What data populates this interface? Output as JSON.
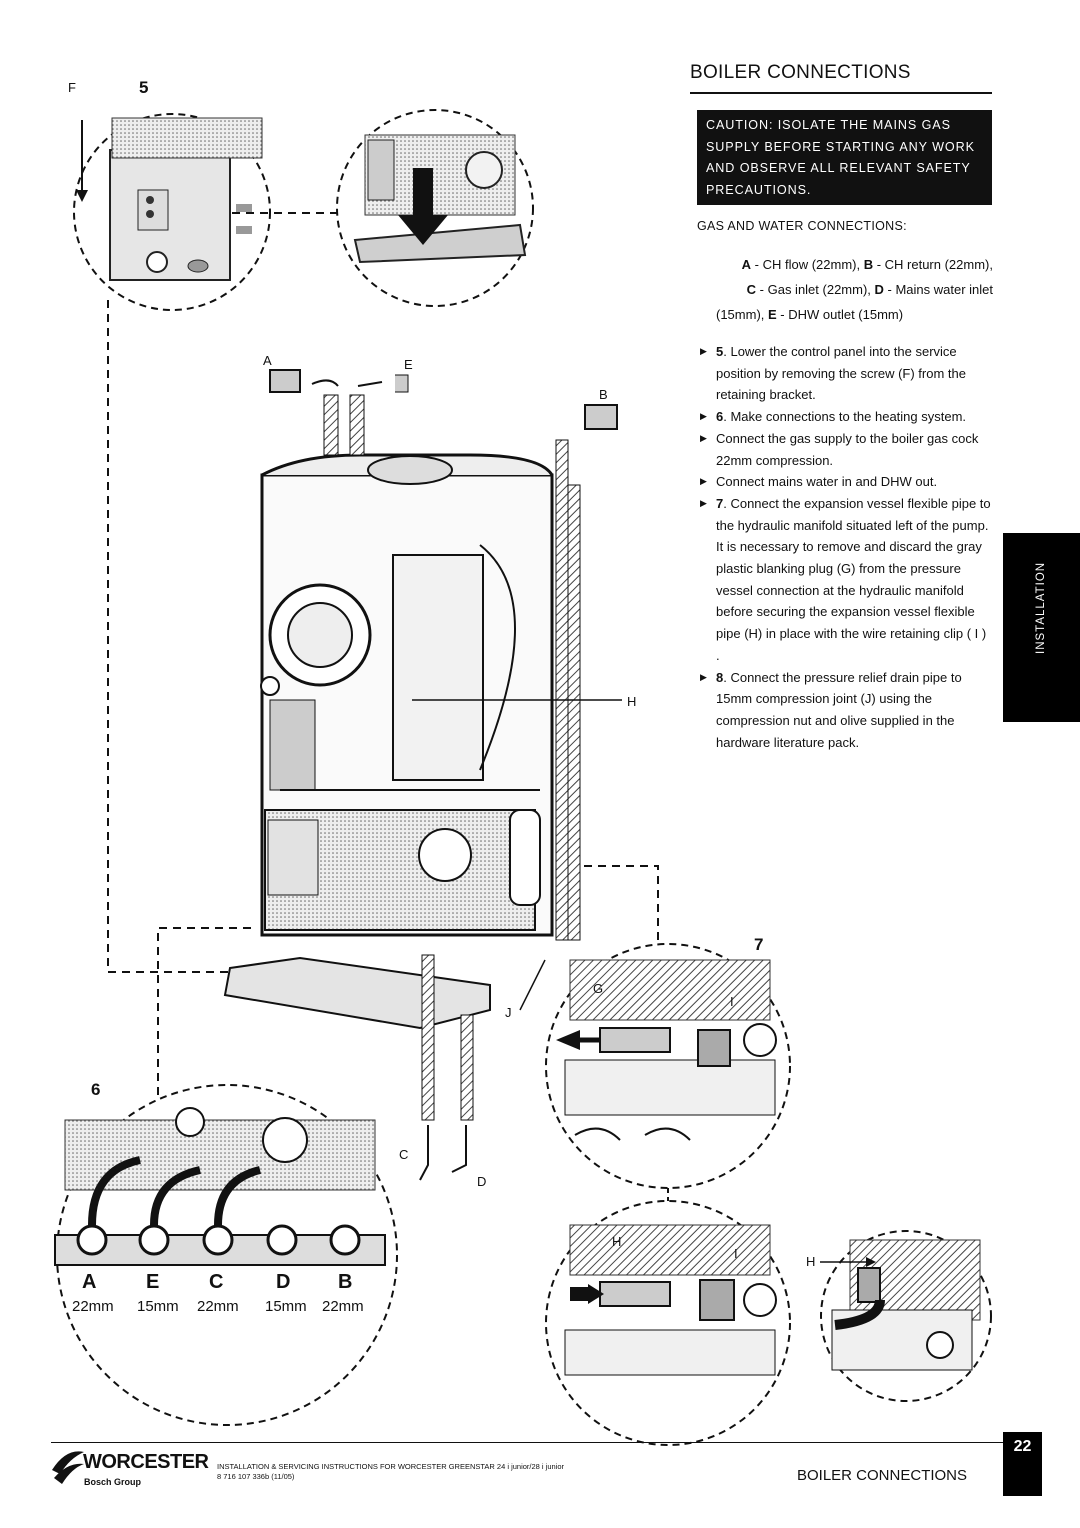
{
  "header": {
    "title": "BOILER CONNECTIONS"
  },
  "caution": [
    "CAUTION: ISOLATE THE MAINS GAS",
    "SUPPLY BEFORE STARTING ANY WORK",
    "AND OBSERVE ALL RELEVANT SAFETY",
    "PRECAUTIONS."
  ],
  "section_heading": "GAS AND WATER CONNECTIONS:",
  "connections": [
    {
      "k1": "A",
      "t1": " - CH flow (22mm), ",
      "k2": "B",
      "t2": " - CH return (22mm),"
    },
    {
      "k1": "C",
      "t1": " - Gas inlet (22mm), ",
      "k2": "D",
      "t2": " - Mains water inlet"
    },
    {
      "k1": "",
      "t1": "(15mm), ",
      "k2": "E",
      "t2": " - DHW outlet (15mm)"
    }
  ],
  "steps": [
    {
      "num": "5",
      "text": ". Lower the control panel into the service position by removing the screw (F) from the retaining bracket."
    },
    {
      "num": "6",
      "text": ". Make connections to the heating system."
    },
    {
      "num": "",
      "text": "Connect the gas supply  to the boiler gas cock 22mm compression."
    },
    {
      "num": "",
      "text": "Connect mains water in and DHW out."
    },
    {
      "num": "7",
      "text": ". Connect the expansion vessel flexible pipe to the hydraulic manifold situated left of the pump. It is necessary to remove and discard the gray plastic blanking plug (G) from the pressure vessel connection at the hydraulic manifold before securing the expansion vessel flexible pipe (H) in place with the wire retaining clip ( I ) ."
    },
    {
      "num": "8",
      "text": ". Connect the pressure relief drain pipe to 15mm compression joint (J) using the compression nut and olive supplied in the hardware literature pack."
    }
  ],
  "side_tab": "INSTALLATION",
  "figure": {
    "fig5_label": "5",
    "fig6_label": "6",
    "fig7_label": "7",
    "callouts": {
      "F": "F",
      "A": "A",
      "E": "E",
      "B": "B",
      "H": "H",
      "J": "J",
      "C": "C",
      "D": "D",
      "G": "G",
      "I": "I"
    },
    "manifold_letters": [
      "A",
      "E",
      "C",
      "D",
      "B"
    ],
    "manifold_sizes": [
      "22mm",
      "15mm",
      "22mm",
      "15mm",
      "22mm"
    ]
  },
  "footer": {
    "brand": "WORCESTER",
    "brand_sub": "Bosch Group",
    "doc_line1": "INSTALLATION & SERVICING INSTRUCTIONS FOR WORCESTER GREENSTAR 24 i junior/28 i junior",
    "doc_line2": "8 716 107 336b (11/05)",
    "section": "BOILER CONNECTIONS",
    "page": "22"
  }
}
